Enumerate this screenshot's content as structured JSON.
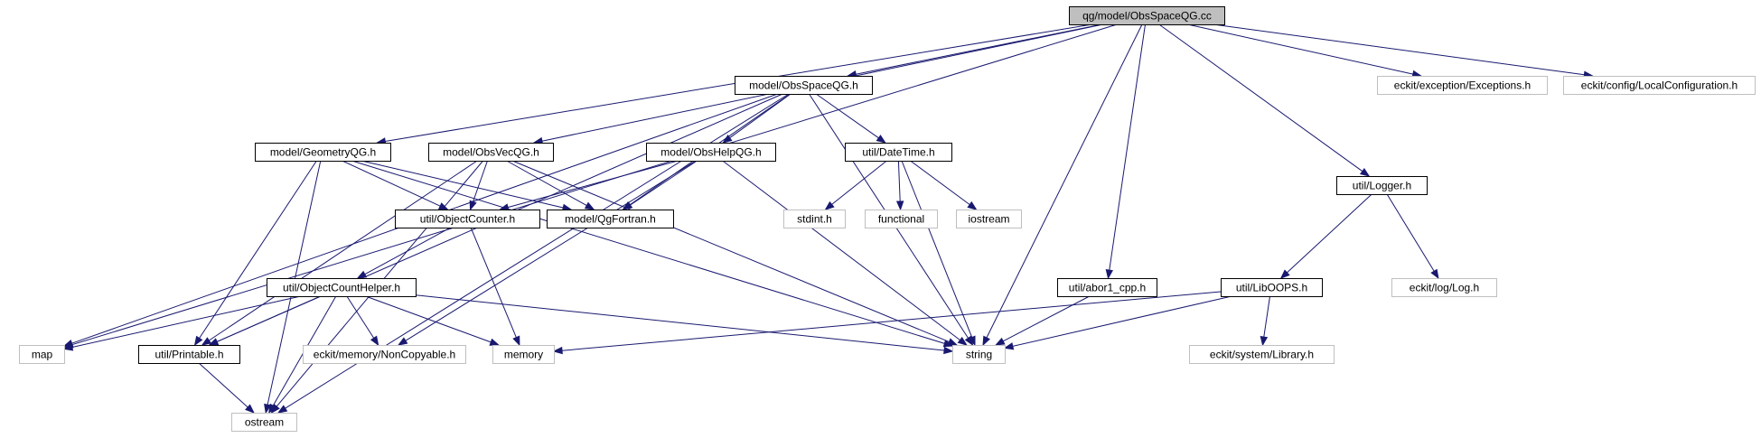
{
  "nodes": [
    {
      "id": "root",
      "label": "qg/model/ObsSpaceQG.cc",
      "style": "root"
    },
    {
      "id": "obsspace_h",
      "label": "model/ObsSpaceQG.h",
      "style": "documented"
    },
    {
      "id": "exceptions",
      "label": "eckit/exception/Exceptions.h",
      "style": "external"
    },
    {
      "id": "localconfig",
      "label": "eckit/config/LocalConfiguration.h",
      "style": "external"
    },
    {
      "id": "geometry",
      "label": "model/GeometryQG.h",
      "style": "documented"
    },
    {
      "id": "obsvec",
      "label": "model/ObsVecQG.h",
      "style": "documented"
    },
    {
      "id": "obshelp",
      "label": "model/ObsHelpQG.h",
      "style": "documented"
    },
    {
      "id": "datetime",
      "label": "util/DateTime.h",
      "style": "documented"
    },
    {
      "id": "logger",
      "label": "util/Logger.h",
      "style": "documented"
    },
    {
      "id": "objcounter",
      "label": "util/ObjectCounter.h",
      "style": "documented"
    },
    {
      "id": "qgfortran",
      "label": "model/QgFortran.h",
      "style": "documented"
    },
    {
      "id": "stdint",
      "label": "stdint.h",
      "style": "external"
    },
    {
      "id": "functional",
      "label": "functional",
      "style": "external"
    },
    {
      "id": "iostream",
      "label": "iostream",
      "style": "external"
    },
    {
      "id": "loglog",
      "label": "eckit/log/Log.h",
      "style": "external"
    },
    {
      "id": "objcounthelper",
      "label": "util/ObjectCountHelper.h",
      "style": "documented"
    },
    {
      "id": "abor1",
      "label": "util/abor1_cpp.h",
      "style": "documented"
    },
    {
      "id": "liboops",
      "label": "util/LibOOPS.h",
      "style": "documented"
    },
    {
      "id": "map",
      "label": "map",
      "style": "external"
    },
    {
      "id": "printable",
      "label": "util/Printable.h",
      "style": "documented"
    },
    {
      "id": "noncopyable",
      "label": "eckit/memory/NonCopyable.h",
      "style": "external"
    },
    {
      "id": "memory",
      "label": "memory",
      "style": "external"
    },
    {
      "id": "string",
      "label": "string",
      "style": "external"
    },
    {
      "id": "library",
      "label": "eckit/system/Library.h",
      "style": "external"
    },
    {
      "id": "ostream",
      "label": "ostream",
      "style": "external"
    }
  ],
  "edges": [
    [
      "root",
      "map"
    ],
    [
      "root",
      "geometry"
    ],
    [
      "root",
      "obsvec"
    ],
    [
      "root",
      "obsspace_h"
    ],
    [
      "root",
      "abor1"
    ],
    [
      "root",
      "string"
    ],
    [
      "root",
      "logger"
    ],
    [
      "root",
      "exceptions"
    ],
    [
      "root",
      "localconfig"
    ],
    [
      "obsspace_h",
      "map"
    ],
    [
      "obsspace_h",
      "printable"
    ],
    [
      "obsspace_h",
      "obshelp"
    ],
    [
      "obsspace_h",
      "qgfortran"
    ],
    [
      "obsspace_h",
      "datetime"
    ],
    [
      "obsspace_h",
      "string"
    ],
    [
      "obsspace_h",
      "ostream"
    ],
    [
      "geometry",
      "objcounter"
    ],
    [
      "geometry",
      "qgfortran"
    ],
    [
      "geometry",
      "printable"
    ],
    [
      "geometry",
      "string"
    ],
    [
      "geometry",
      "ostream"
    ],
    [
      "obsvec",
      "objcounter"
    ],
    [
      "obsvec",
      "qgfortran"
    ],
    [
      "obsvec",
      "printable"
    ],
    [
      "obsvec",
      "string"
    ],
    [
      "obsvec",
      "ostream"
    ],
    [
      "obshelp",
      "objcounter"
    ],
    [
      "obshelp",
      "qgfortran"
    ],
    [
      "obshelp",
      "noncopyable"
    ],
    [
      "obshelp",
      "string"
    ],
    [
      "datetime",
      "stdint"
    ],
    [
      "datetime",
      "functional"
    ],
    [
      "datetime",
      "iostream"
    ],
    [
      "datetime",
      "string"
    ],
    [
      "objcounter",
      "objcounthelper"
    ],
    [
      "objcounter",
      "memory"
    ],
    [
      "objcounthelper",
      "map"
    ],
    [
      "objcounthelper",
      "printable"
    ],
    [
      "objcounthelper",
      "noncopyable"
    ],
    [
      "objcounthelper",
      "memory"
    ],
    [
      "objcounthelper",
      "string"
    ],
    [
      "objcounthelper",
      "ostream"
    ],
    [
      "printable",
      "ostream"
    ],
    [
      "abor1",
      "string"
    ],
    [
      "logger",
      "liboops"
    ],
    [
      "logger",
      "loglog"
    ],
    [
      "liboops",
      "memory"
    ],
    [
      "liboops",
      "string"
    ],
    [
      "liboops",
      "library"
    ]
  ],
  "colors": {
    "edge": "#191970",
    "root_fill": "#bfbfbf",
    "documented_border": "#000000",
    "external_border": "#bfbfbf",
    "external_text": "#000000"
  }
}
